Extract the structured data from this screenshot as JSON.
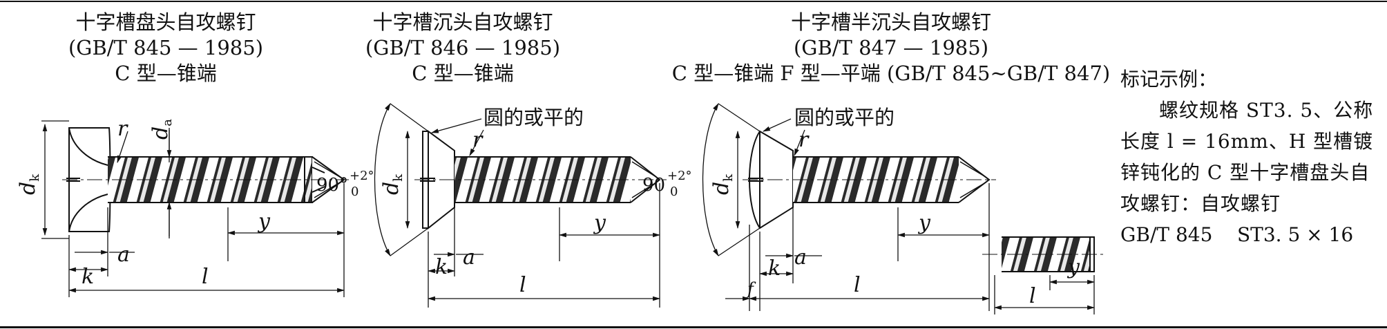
{
  "panel1": {
    "title": "十字槽盘头自攻螺钉",
    "standard": "(GB/T 845 — 1985)",
    "type_line": "C 型—锥端",
    "dims": {
      "dk": "d",
      "dk_sub": "k",
      "da": "d",
      "da_sub": "a",
      "r": "r",
      "a": "a",
      "k": "k",
      "l": "l",
      "y": "y",
      "angle": "90°",
      "tol_up": "+2°",
      "tol_low": "0"
    }
  },
  "panel2": {
    "title": "十字槽沉头自攻螺钉",
    "standard": "(GB/T 846 — 1985)",
    "type_line": "C 型—锥端",
    "callout": "圆的或平的",
    "dims": {
      "dk": "d",
      "dk_sub": "k",
      "r": "r",
      "a": "a",
      "k": "k",
      "l": "l",
      "y": "y",
      "angle": "90",
      "tol_up": "+2°",
      "tol_low": "0"
    }
  },
  "panel3": {
    "title": "十字槽半沉头自攻螺钉",
    "standard": "(GB/T 847 — 1985)",
    "type_line": "C 型—锥端  F 型—平端 (GB/T 845~GB/T 847)",
    "callout": "圆的或平的",
    "dims": {
      "dk": "d",
      "dk_sub": "k",
      "r": "r",
      "a": "a",
      "k": "k",
      "f": "f",
      "l": "l",
      "y": "y"
    }
  },
  "panel4": {
    "dims": {
      "l": "l",
      "y": "y"
    }
  },
  "example": {
    "heading": "标记示例：",
    "body": "螺纹规格 ST3. 5、公称长度 l = 16mm、H 型槽镀锌钝化的 C 型十字槽盘头自攻螺钉：自攻螺钉",
    "code": "GB/T 845    ST3. 5 × 16"
  }
}
